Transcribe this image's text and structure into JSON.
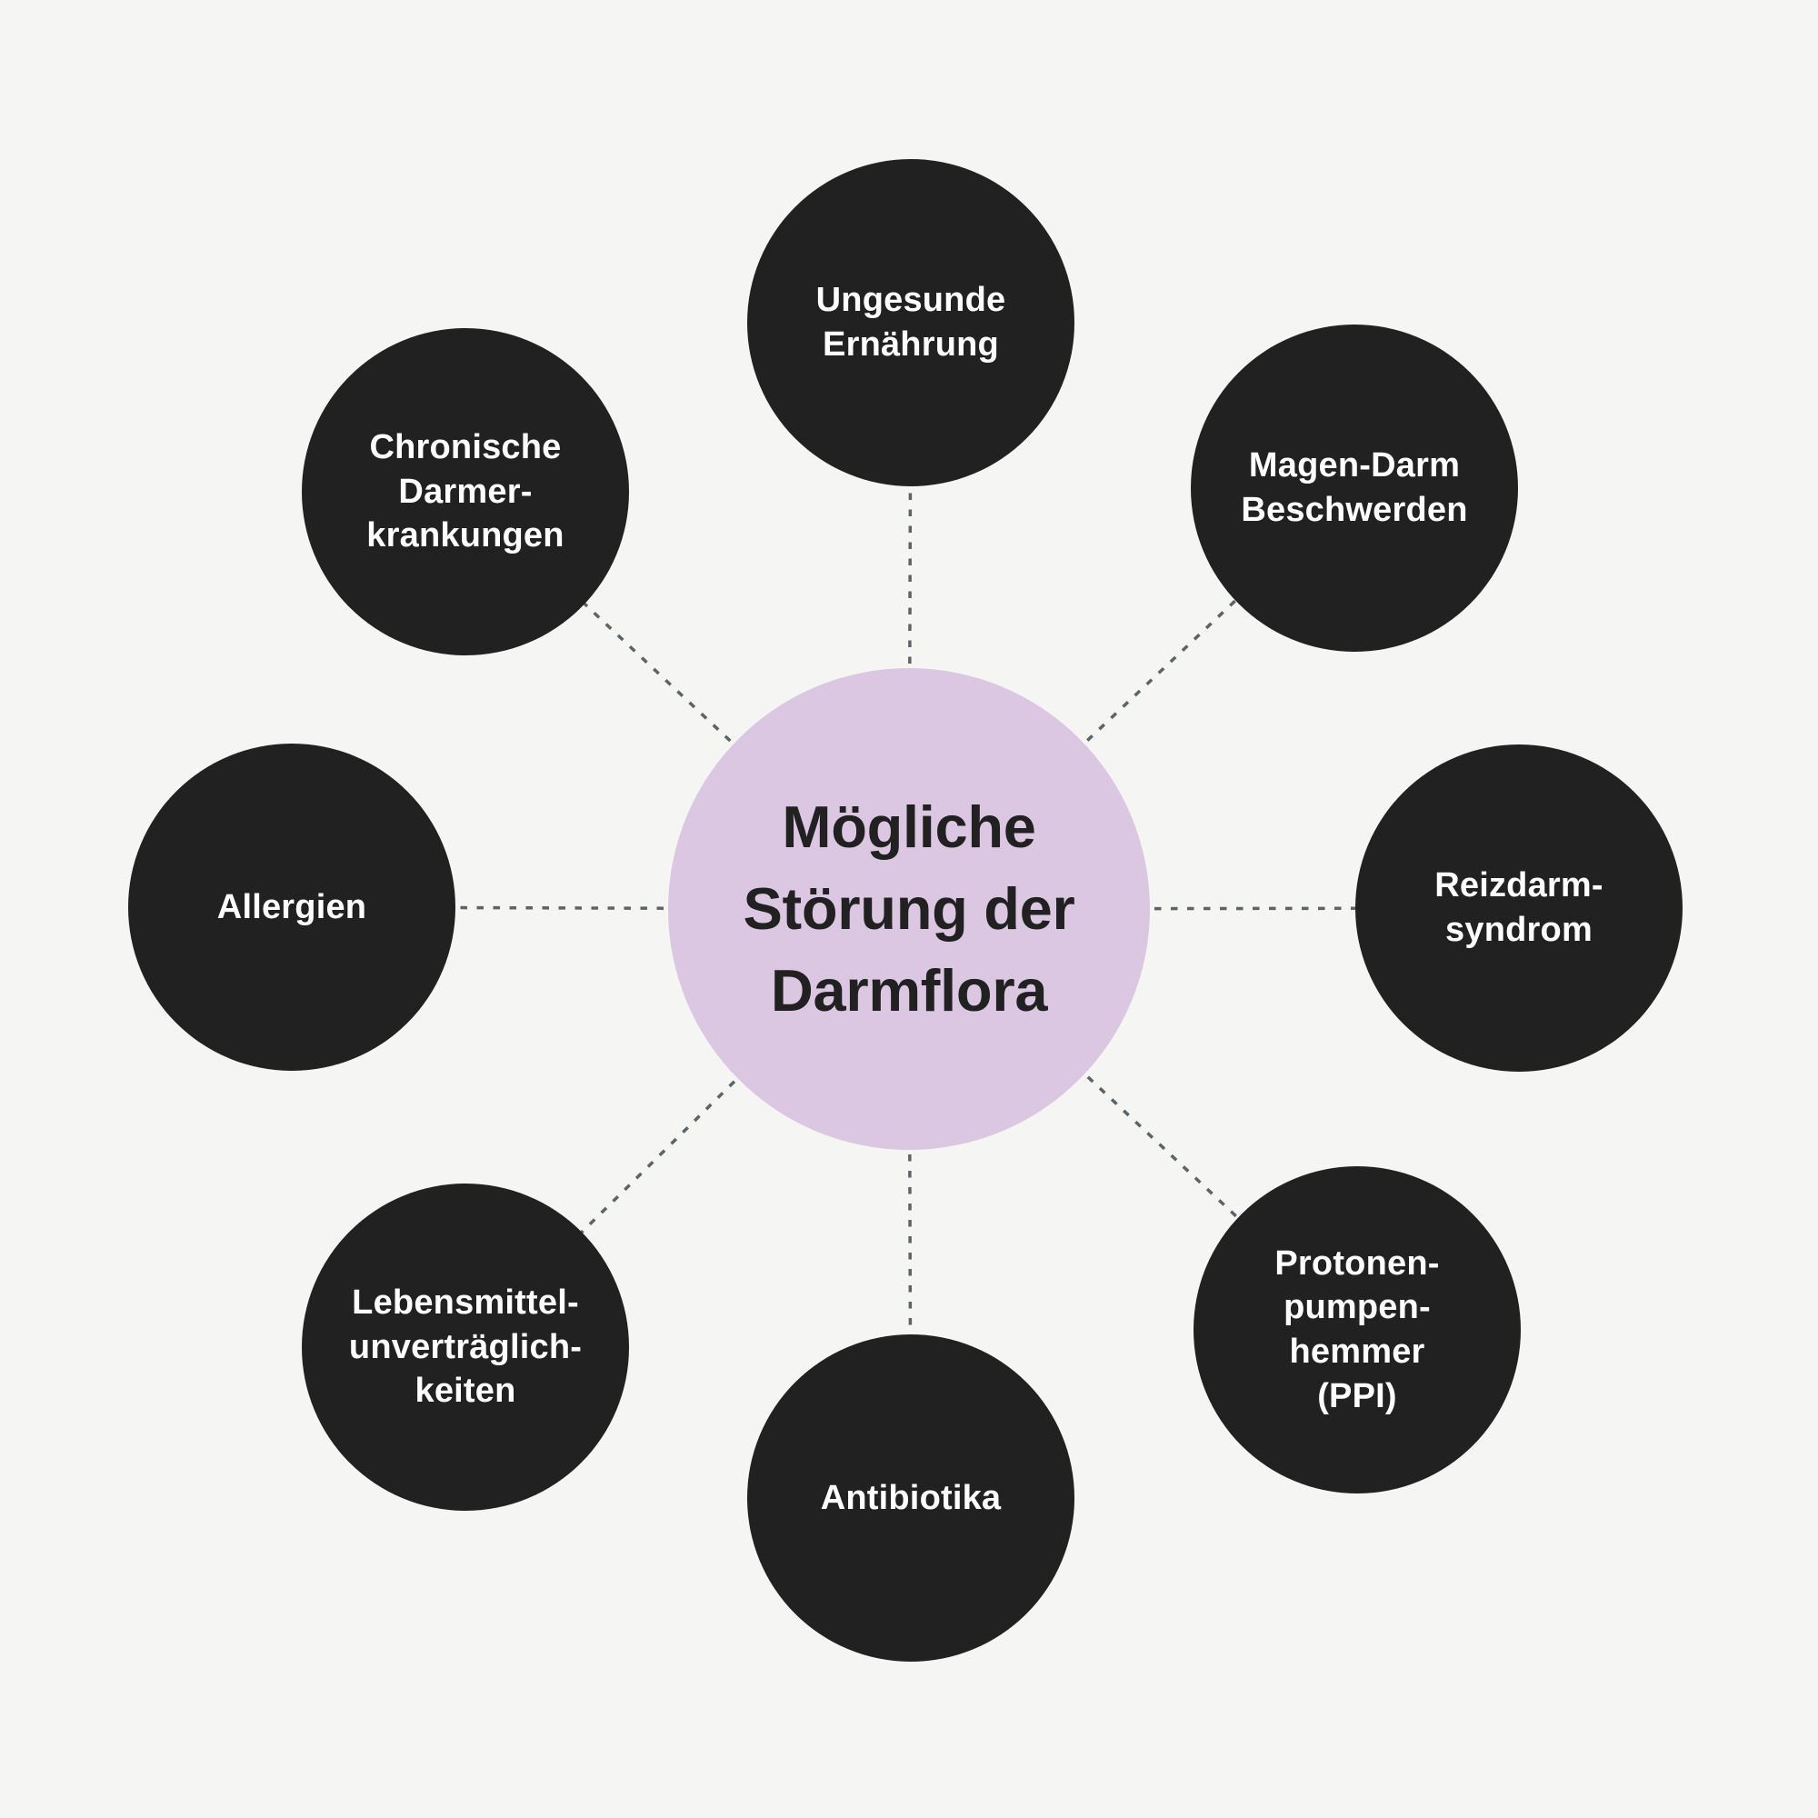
{
  "diagram": {
    "center": {
      "lines": [
        "Mögliche",
        "Störung der",
        "Darmflora"
      ]
    },
    "nodes": [
      {
        "id": "ungesunde-ernaehrung",
        "lines": [
          "Ungesunde",
          "Ernährung"
        ]
      },
      {
        "id": "magen-darm-beschwerden",
        "lines": [
          "Magen-Darm",
          "Beschwerden"
        ]
      },
      {
        "id": "reizdarmsyndrom",
        "lines": [
          "Reizdarm-",
          "syndrom"
        ]
      },
      {
        "id": "protonenpumpenhemmer-ppi",
        "lines": [
          "Protonen-",
          "pumpen-",
          "hemmer",
          "(PPI)"
        ]
      },
      {
        "id": "antibiotika",
        "lines": [
          "Antibiotika"
        ]
      },
      {
        "id": "lebensmittelunvertraeglichkeiten",
        "lines": [
          "Lebensmittel-",
          "unverträglich-",
          "keiten"
        ]
      },
      {
        "id": "allergien",
        "lines": [
          "Allergien"
        ]
      },
      {
        "id": "chronische-darmerkrankungen",
        "lines": [
          "Chronische",
          "Darmer-",
          "krankungen"
        ]
      }
    ],
    "colors": {
      "background": "#F5F5F4",
      "node_fill": "#212121",
      "node_text": "#FFFFFF",
      "center_fill": "#DBC7E2",
      "center_text": "#222122",
      "connector": "#5C6468"
    }
  }
}
